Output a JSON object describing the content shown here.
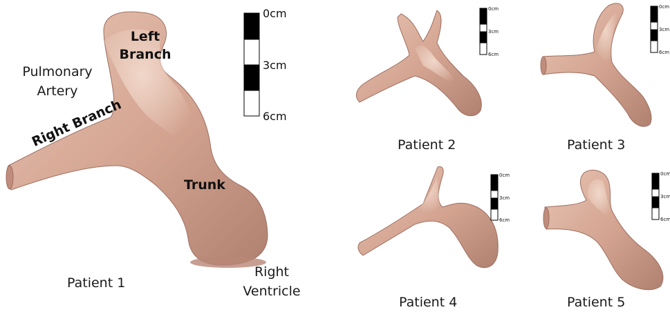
{
  "main_figure": {
    "title_line1": "Pulmonary",
    "title_line2": "Artery",
    "left_branch_line1": "Left",
    "left_branch_line2": "Branch",
    "right_branch": "Right Branch",
    "trunk": "Trunk",
    "right_ventricle_line1": "Right",
    "right_ventricle_line2": "Ventricle",
    "caption": "Patient 1",
    "scale": [
      "0cm",
      "3cm",
      "6cm"
    ]
  },
  "patients": [
    {
      "caption": "Patient 2",
      "scale": [
        "0cm",
        "3cm",
        "6cm"
      ]
    },
    {
      "caption": "Patient 3",
      "scale": [
        "0cm",
        "3cm",
        "6cm"
      ]
    },
    {
      "caption": "Patient 4",
      "scale": [
        "0cm",
        "3cm",
        "6cm"
      ]
    },
    {
      "caption": "Patient 5",
      "scale": [
        "0cm",
        "3cm",
        "6cm"
      ]
    }
  ],
  "colors": {
    "vessel_fill": "#d4a591",
    "vessel_shadow": "#a8786a",
    "vessel_highlight": "#efd0c2",
    "scale_black": "#000000",
    "scale_white": "#ffffff"
  }
}
